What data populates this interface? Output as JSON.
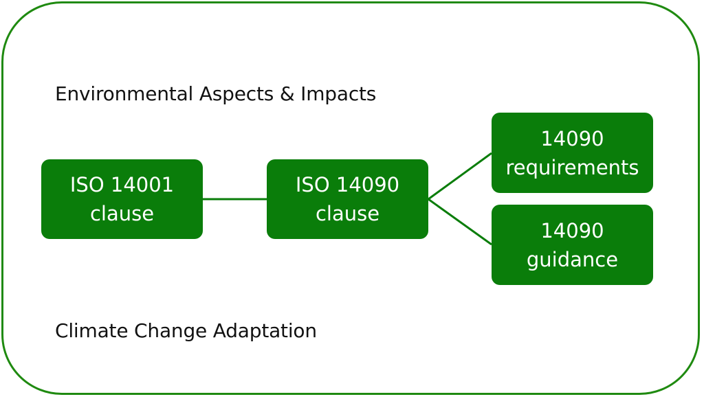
{
  "diagram": {
    "captions": {
      "top": "Environmental Aspects & Impacts",
      "bottom": "Climate Change Adaptation"
    },
    "nodes": {
      "iso14001": {
        "line1": "ISO 14001",
        "line2": "clause"
      },
      "iso14090": {
        "line1": "ISO 14090",
        "line2": "clause"
      },
      "requirements": {
        "line1": "14090",
        "line2": "requirements"
      },
      "guidance": {
        "line1": "14090",
        "line2": "guidance"
      }
    },
    "colors": {
      "node_fill": "#0a7d0a",
      "frame_border": "#1f8a10",
      "connector": "#0a7d0a",
      "node_text": "#ffffff"
    }
  }
}
